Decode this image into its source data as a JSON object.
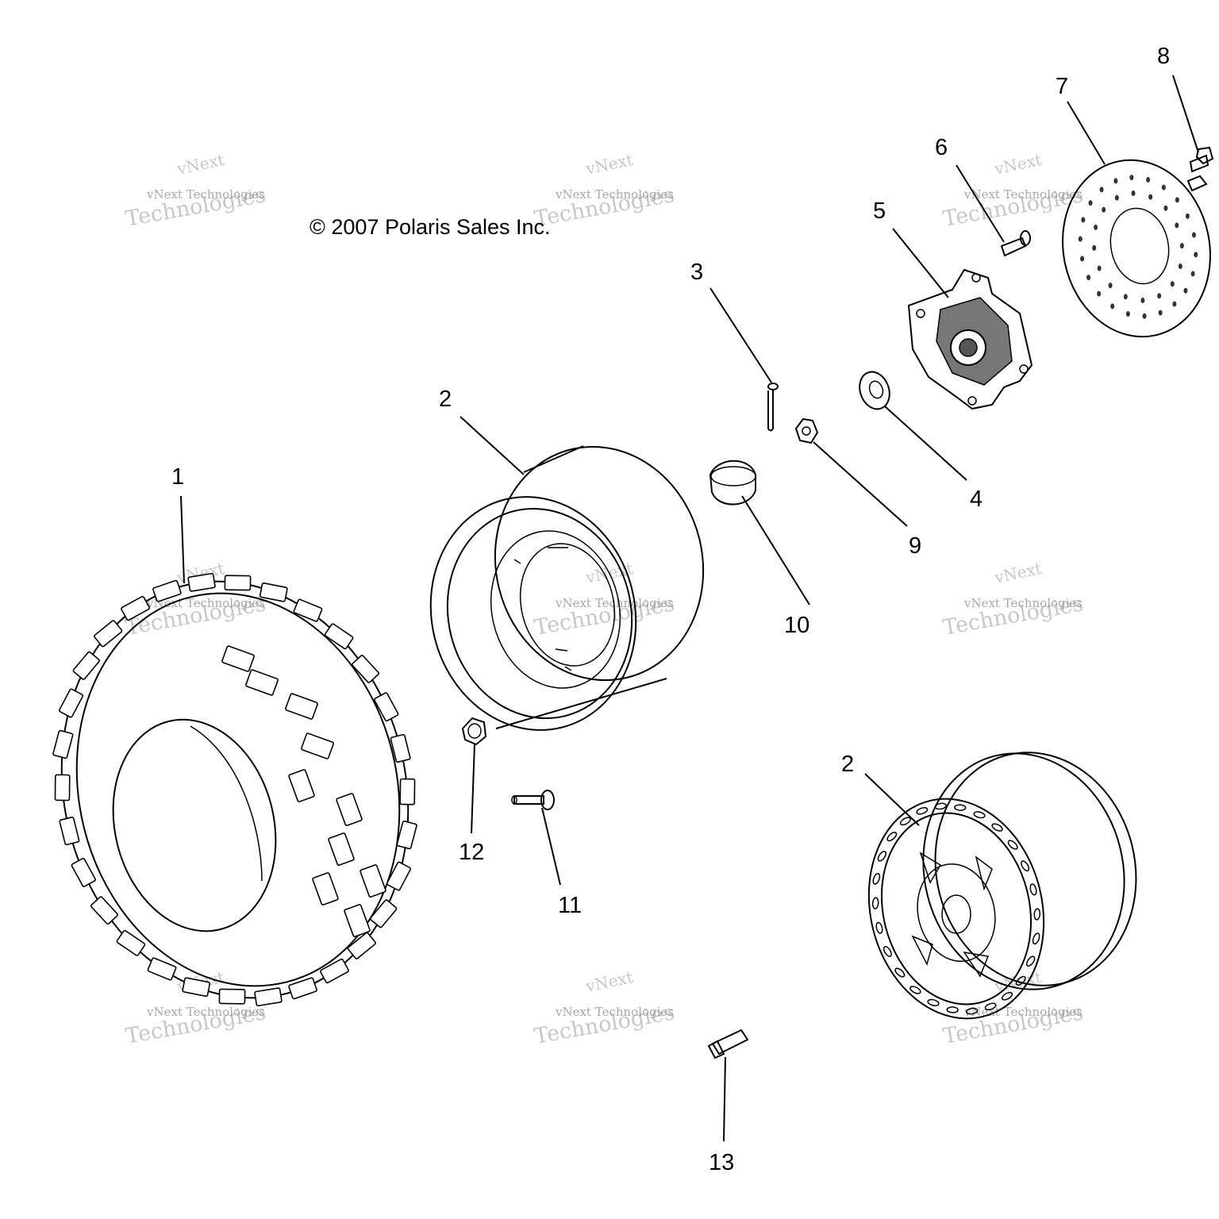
{
  "copyright": "© 2007 Polaris Sales Inc.",
  "watermark": {
    "line1": "vNext",
    "line2": "vNext Technologies",
    "line3": "Technologies"
  },
  "callouts": [
    "1",
    "2",
    "2",
    "3",
    "4",
    "5",
    "6",
    "7",
    "8",
    "9",
    "10",
    "11",
    "12",
    "13"
  ]
}
